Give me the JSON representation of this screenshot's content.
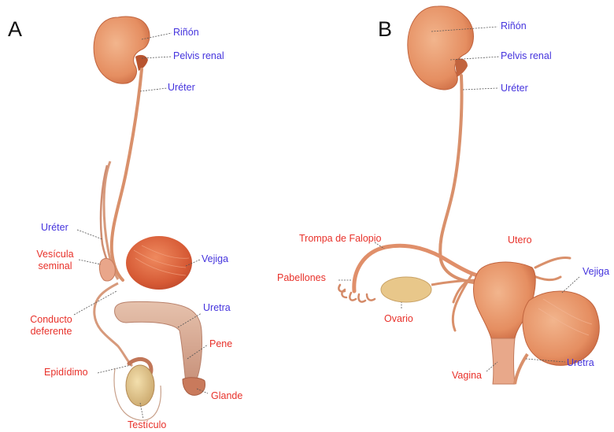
{
  "colors": {
    "organ": "#e59467",
    "organ_dark": "#c86d45",
    "duct": "#d9906b",
    "testicle": "#dcc184",
    "label_blue": "#4433dd",
    "label_red": "#e8312a",
    "leader": "#555555"
  },
  "panel_a": {
    "letter": "A",
    "labels": {
      "rinon": "Riñón",
      "pelvis_renal": "Pelvis renal",
      "ureter_top": "Uréter",
      "ureter_side": "Uréter",
      "vesicula_seminal": [
        "Vesícula",
        "seminal"
      ],
      "vejiga": "Vejiga",
      "conducto_deferente": [
        "Conducto",
        "deferente"
      ],
      "uretra": "Uretra",
      "pene": "Pene",
      "epididimo": "Epidídimo",
      "glande": "Glande",
      "testiculo": "Testículo"
    }
  },
  "panel_b": {
    "letter": "B",
    "labels": {
      "rinon": "Riñón",
      "pelvis_renal": "Pelvis renal",
      "ureter": "Uréter",
      "trompa_de_falopio": "Trompa de Falopio",
      "utero": "Utero",
      "vejiga": "Vejiga",
      "pabellones": "Pabellones",
      "ovario": "Ovario",
      "uretra": "Uretra",
      "vagina": "Vagina"
    }
  }
}
